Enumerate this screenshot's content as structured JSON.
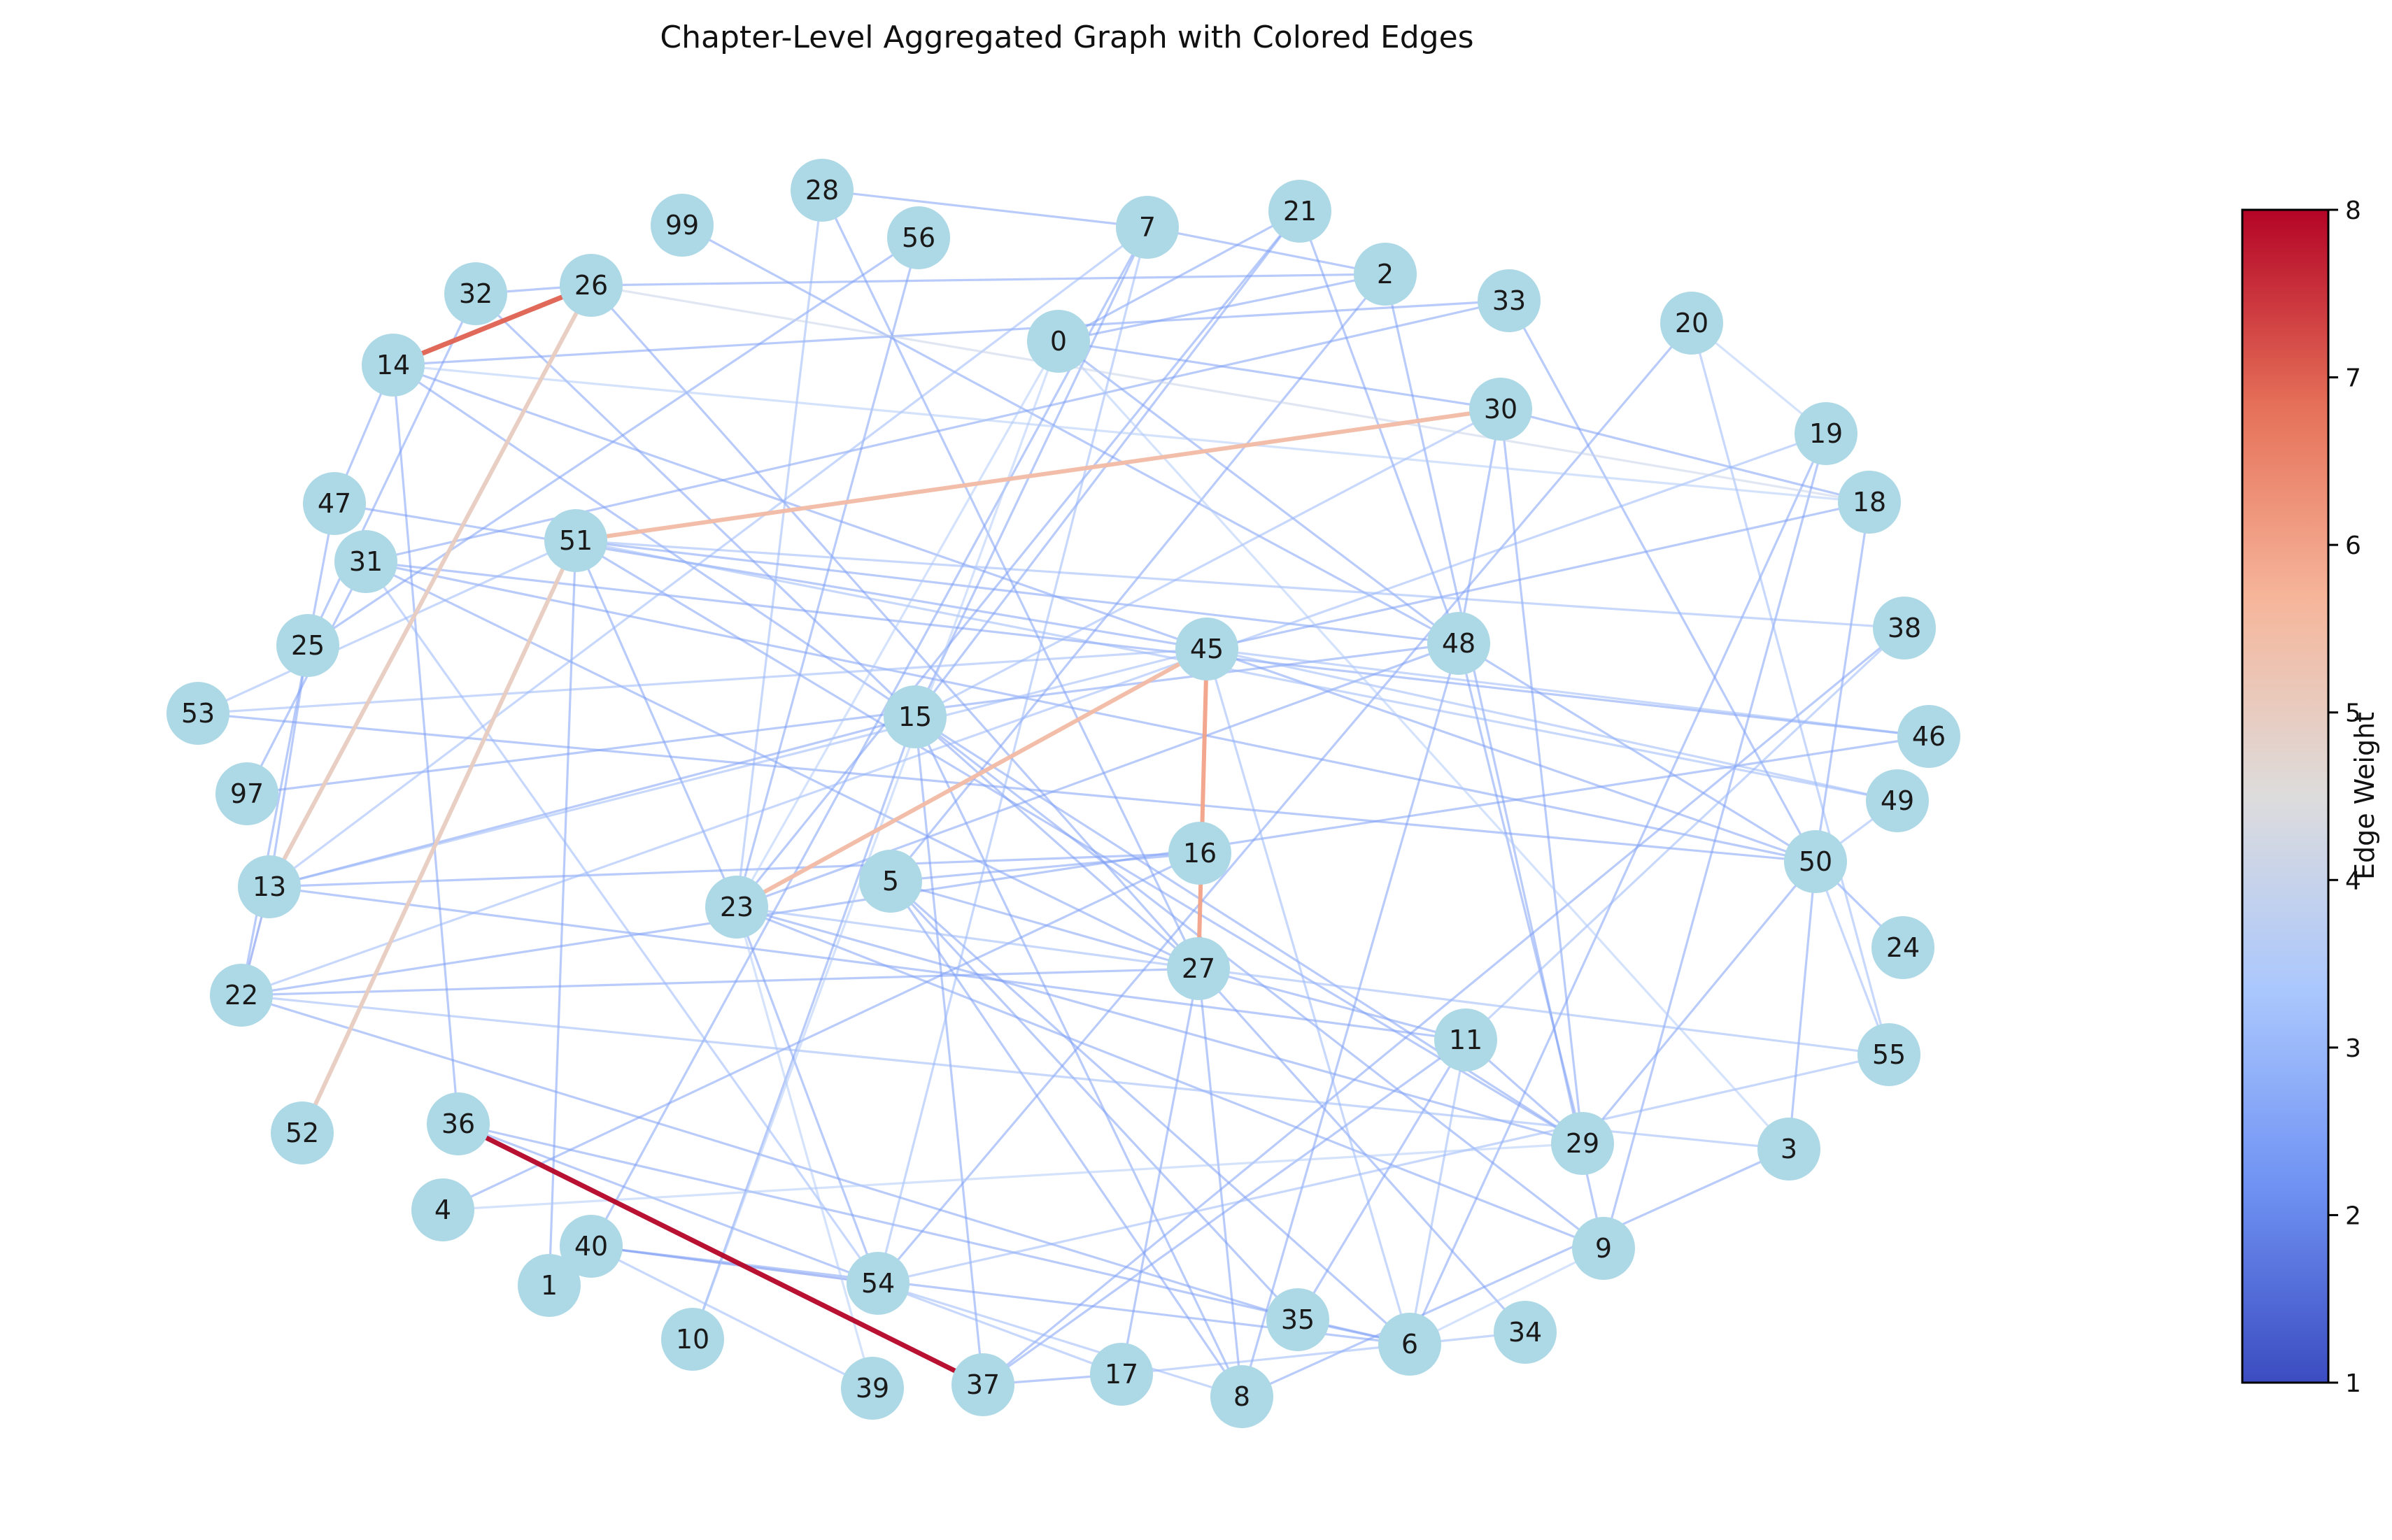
{
  "title": "Chapter-Level Aggregated Graph with Colored Edges",
  "colorbar": {
    "label": "Edge Weight",
    "min": 1,
    "max": 8,
    "ticks": [
      "1",
      "2",
      "3",
      "4",
      "5",
      "6",
      "7",
      "8"
    ],
    "colormap": "coolwarm",
    "stops": [
      "#3b4cc0",
      "#6f92f3",
      "#aac7fd",
      "#dddcdc",
      "#f6b69b",
      "#e57058",
      "#b40426"
    ]
  },
  "node_color": "#add8e6",
  "nodes": [
    "0",
    "1",
    "2",
    "3",
    "4",
    "5",
    "6",
    "7",
    "8",
    "9",
    "10",
    "11",
    "13",
    "14",
    "15",
    "16",
    "17",
    "18",
    "19",
    "20",
    "21",
    "22",
    "23",
    "24",
    "25",
    "26",
    "27",
    "28",
    "29",
    "30",
    "31",
    "32",
    "33",
    "34",
    "35",
    "36",
    "37",
    "38",
    "39",
    "40",
    "45",
    "46",
    "47",
    "48",
    "49",
    "50",
    "51",
    "52",
    "53",
    "54",
    "55",
    "56",
    "97",
    "99"
  ],
  "edges": [
    [
      "36",
      "37",
      8
    ],
    [
      "14",
      "26",
      7
    ],
    [
      "51",
      "30",
      5.5
    ],
    [
      "23",
      "45",
      5.5
    ],
    [
      "45",
      "27",
      6
    ],
    [
      "13",
      "26",
      5
    ],
    [
      "52",
      "51",
      5
    ],
    [
      "28",
      "7",
      2.5
    ],
    [
      "28",
      "27",
      2.5
    ],
    [
      "28",
      "23",
      3
    ],
    [
      "56",
      "23",
      2.5
    ],
    [
      "99",
      "48",
      2.5
    ],
    [
      "26",
      "2",
      2.5
    ],
    [
      "26",
      "27",
      2.5
    ],
    [
      "26",
      "18",
      4
    ],
    [
      "32",
      "26",
      2.5
    ],
    [
      "32",
      "15",
      2.5
    ],
    [
      "32",
      "25",
      2.5
    ],
    [
      "14",
      "33",
      2.5
    ],
    [
      "14",
      "36",
      2.5
    ],
    [
      "14",
      "15",
      2.5
    ],
    [
      "14",
      "18",
      3.5
    ],
    [
      "14",
      "50",
      2.5
    ],
    [
      "7",
      "2",
      2.5
    ],
    [
      "7",
      "15",
      2.5
    ],
    [
      "7",
      "54",
      3
    ],
    [
      "7",
      "13",
      3
    ],
    [
      "7",
      "40",
      2.5
    ],
    [
      "21",
      "0",
      2.5
    ],
    [
      "21",
      "15",
      2.5
    ],
    [
      "21",
      "23",
      2.5
    ],
    [
      "21",
      "48",
      2.5
    ],
    [
      "2",
      "9",
      2.5
    ],
    [
      "2",
      "0",
      2.5
    ],
    [
      "2",
      "5",
      2.5
    ],
    [
      "33",
      "31",
      2.5
    ],
    [
      "33",
      "50",
      2.5
    ],
    [
      "0",
      "48",
      2.5
    ],
    [
      "0",
      "3",
      3.5
    ],
    [
      "0",
      "30",
      2.5
    ],
    [
      "0",
      "10",
      3.5
    ],
    [
      "0",
      "23",
      3.5
    ],
    [
      "20",
      "19",
      3.5
    ],
    [
      "20",
      "55",
      3
    ],
    [
      "20",
      "54",
      2.5
    ],
    [
      "30",
      "48",
      2.5
    ],
    [
      "30",
      "29",
      2.5
    ],
    [
      "30",
      "18",
      2.5
    ],
    [
      "30",
      "15",
      3
    ],
    [
      "19",
      "6",
      2.5
    ],
    [
      "19",
      "22",
      3
    ],
    [
      "19",
      "9",
      2.5
    ],
    [
      "18",
      "45",
      2.5
    ],
    [
      "18",
      "50",
      2.5
    ],
    [
      "47",
      "25",
      2.5
    ],
    [
      "47",
      "45",
      2.5
    ],
    [
      "47",
      "14",
      2.5
    ],
    [
      "51",
      "1",
      2.5
    ],
    [
      "51",
      "23",
      2.5
    ],
    [
      "51",
      "49",
      3
    ],
    [
      "51",
      "48",
      2.5
    ],
    [
      "51",
      "29",
      2.5
    ],
    [
      "31",
      "97",
      2.5
    ],
    [
      "31",
      "46",
      2.5
    ],
    [
      "31",
      "50",
      2.5
    ],
    [
      "31",
      "27",
      2.5
    ],
    [
      "31",
      "54",
      3
    ],
    [
      "25",
      "13",
      2.5
    ],
    [
      "25",
      "22",
      2.5
    ],
    [
      "25",
      "56",
      2.5
    ],
    [
      "53",
      "45",
      3
    ],
    [
      "53",
      "50",
      2.5
    ],
    [
      "53",
      "51",
      3
    ],
    [
      "45",
      "13",
      3
    ],
    [
      "45",
      "49",
      3
    ],
    [
      "45",
      "6",
      3
    ],
    [
      "45",
      "46",
      3
    ],
    [
      "48",
      "29",
      2.5
    ],
    [
      "48",
      "8",
      2.5
    ],
    [
      "48",
      "50",
      2.5
    ],
    [
      "48",
      "23",
      2.5
    ],
    [
      "38",
      "51",
      3
    ],
    [
      "38",
      "11",
      3
    ],
    [
      "38",
      "37",
      2.5
    ],
    [
      "46",
      "22",
      2.5
    ],
    [
      "49",
      "50",
      3
    ],
    [
      "24",
      "50",
      2.5
    ],
    [
      "15",
      "9",
      2.5
    ],
    [
      "15",
      "27",
      2.5
    ],
    [
      "15",
      "13",
      2.5
    ],
    [
      "15",
      "37",
      2.5
    ],
    [
      "15",
      "10",
      2.5
    ],
    [
      "15",
      "8",
      2.5
    ],
    [
      "15",
      "29",
      2.5
    ],
    [
      "16",
      "13",
      2.5
    ],
    [
      "16",
      "4",
      2.5
    ],
    [
      "16",
      "5",
      2.5
    ],
    [
      "50",
      "3",
      2.5
    ],
    [
      "50",
      "55",
      3
    ],
    [
      "50",
      "29",
      2.5
    ],
    [
      "13",
      "11",
      2.5
    ],
    [
      "13",
      "22",
      2
    ],
    [
      "23",
      "29",
      2.5
    ],
    [
      "23",
      "27",
      3
    ],
    [
      "23",
      "54",
      2.5
    ],
    [
      "23",
      "39",
      3.5
    ],
    [
      "23",
      "9",
      2.5
    ],
    [
      "5",
      "27",
      2.5
    ],
    [
      "5",
      "8",
      2.5
    ],
    [
      "5",
      "6",
      2.5
    ],
    [
      "5",
      "35",
      2.5
    ],
    [
      "27",
      "17",
      2.5
    ],
    [
      "27",
      "8",
      2.5
    ],
    [
      "27",
      "22",
      2.5
    ],
    [
      "27",
      "11",
      2.5
    ],
    [
      "27",
      "34",
      2.5
    ],
    [
      "22",
      "3",
      3
    ],
    [
      "22",
      "35",
      2.5
    ],
    [
      "11",
      "35",
      2.5
    ],
    [
      "11",
      "6",
      3
    ],
    [
      "11",
      "37",
      2.5
    ],
    [
      "11",
      "29",
      2.5
    ],
    [
      "55",
      "54",
      3
    ],
    [
      "55",
      "27",
      3
    ],
    [
      "29",
      "4",
      3.5
    ],
    [
      "3",
      "8",
      2.5
    ],
    [
      "9",
      "6",
      3.5
    ],
    [
      "36",
      "54",
      2.5
    ],
    [
      "36",
      "6",
      2.5
    ],
    [
      "40",
      "54",
      2
    ],
    [
      "40",
      "6",
      2.5
    ],
    [
      "40",
      "39",
      3
    ],
    [
      "54",
      "8",
      3
    ],
    [
      "54",
      "17",
      3
    ],
    [
      "17",
      "37",
      2.5
    ],
    [
      "17",
      "34",
      3
    ],
    [
      "35",
      "6",
      2.5
    ],
    [
      "97",
      "48",
      2.5
    ]
  ]
}
